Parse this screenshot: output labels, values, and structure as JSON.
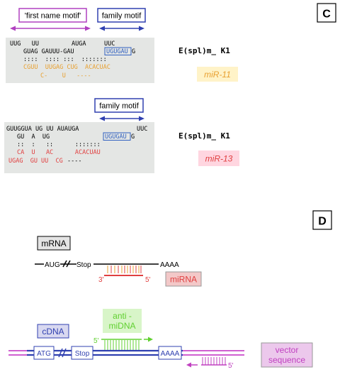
{
  "panel_c": {
    "label": "C",
    "first_name_motif_label": "'first name motif'",
    "family_motif_label": "family motif",
    "k1_label": "E(spl)m_ K1",
    "mir11": {
      "name": "miR-11",
      "line1": "UUG   UU         AUGA     UUC",
      "line2": "GUAG GAUUU-GAU UGUGAUG",
      "line2_pre": "GUAG GAUUU-GAU ",
      "line2_box": "UGUGAU",
      "line2_post": "G",
      "line3": "::::  :::: :::  :::::::",
      "line4": "CGUU  UUGAG CUG  ACACUAC",
      "line5": "C-    U   ----"
    },
    "mir13": {
      "name": "miR-13",
      "line1": "GUUGGUA  UG UU  AUAUGA    UUC",
      "line1_pre": "GUUGGUA UG UU AUAUGA",
      "line1_post": "UUC",
      "line2_pre": "GU  A  UG",
      "line2_box": "UGUGAU",
      "line2_post": "G",
      "line3": "::  :   ::      :::::::",
      "line4": "CA  U   AC      ACACUAU",
      "line5_a": "UGAG  GU UU  CG",
      "line5_b": "----"
    }
  },
  "panel_d": {
    "label": "D",
    "mrna_label": "mRNA",
    "aug": "AUG",
    "stop": "Stop",
    "aaaa": "AAAA",
    "three_prime": "3'",
    "five_prime": "5'",
    "mirna_label": "miRNA",
    "anti_label_1": "anti -",
    "anti_label_2": "miDNA",
    "cdna_label": "cDNA",
    "atg": "ATG",
    "vector_label_1": "vector",
    "vector_label_2": "sequence"
  },
  "colors": {
    "purple": "#b040c0",
    "blue": "#3040b0",
    "orange": "#e8a030",
    "red": "#e04040",
    "green": "#60d030",
    "grey_box": "#e4e6e4",
    "mir11_fill": "#fff3c8",
    "mir13_fill": "#ffd6e0",
    "mirna_fill": "#f3c8c8",
    "anti_fill": "#d8f5c8",
    "cdna_fill": "#d8d8f0",
    "vector_fill": "#ecc8ec"
  }
}
